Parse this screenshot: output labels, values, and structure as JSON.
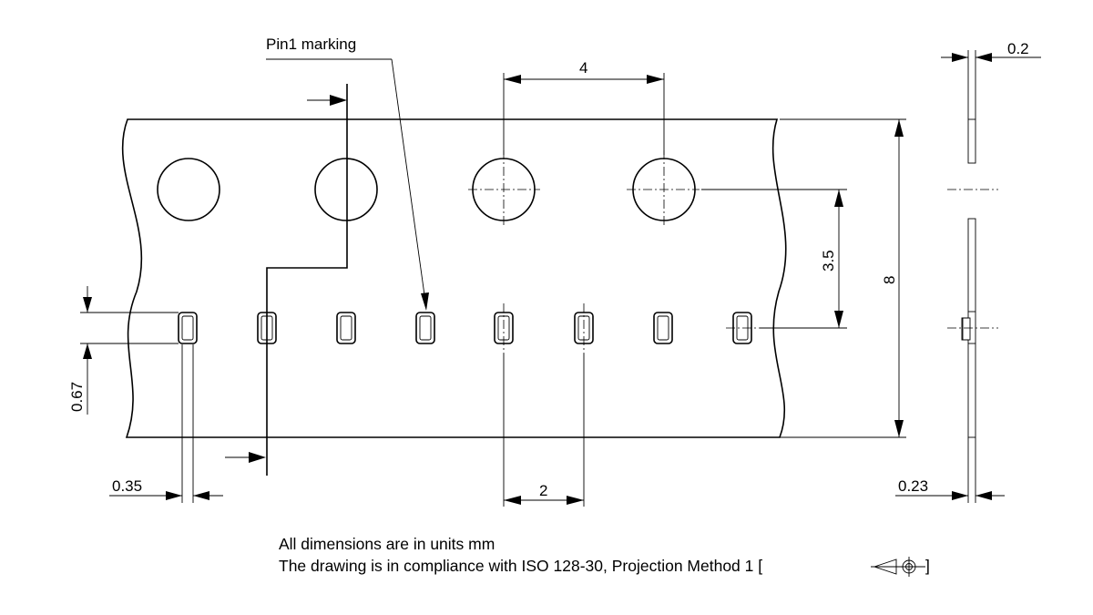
{
  "labels": {
    "pin1": "Pin1 marking",
    "pitch_4": "4",
    "pitch_2": "2",
    "dim_3_5": "3.5",
    "dim_8": "8",
    "dim_0_67": "0.67",
    "dim_0_35": "0.35",
    "dim_0_2": "0.2",
    "dim_0_23": "0.23"
  },
  "notes": {
    "line1": "All dimensions are in units mm",
    "line2": "The drawing is in compliance with ISO 128-30, Projection Method 1 ["
  },
  "notes_close": "]",
  "symbols": [
    "projection-method-1-icon"
  ]
}
